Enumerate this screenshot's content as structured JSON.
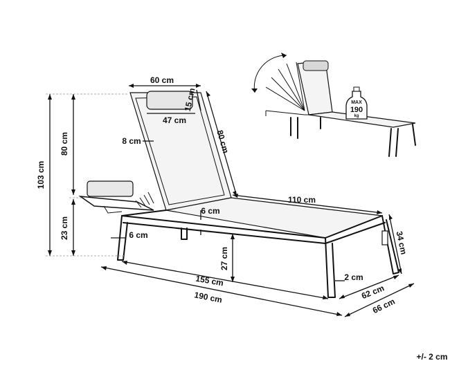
{
  "dimensions": {
    "backrest_width": "60 cm",
    "headrest_height": "15 cm",
    "headrest_width": "47 cm",
    "backrest_length": "80 cm",
    "frame_thickness": "8 cm",
    "total_height": "103 cm",
    "backrest_height": "80 cm",
    "seat_height": "23 cm",
    "seat_length": "110 cm",
    "seat_frame": "6 cm",
    "leg_frame": "6 cm",
    "leg_height": "27 cm",
    "bed_length": "155 cm",
    "overall_length": "190 cm",
    "leg_thickness": "2 cm",
    "inner_width": "62 cm",
    "overall_width": "66 cm",
    "rear_height": "34 cm"
  },
  "badge": {
    "line1": "MAX",
    "line2": "190",
    "line3": "kg"
  },
  "tolerance": "+/- 2 cm"
}
